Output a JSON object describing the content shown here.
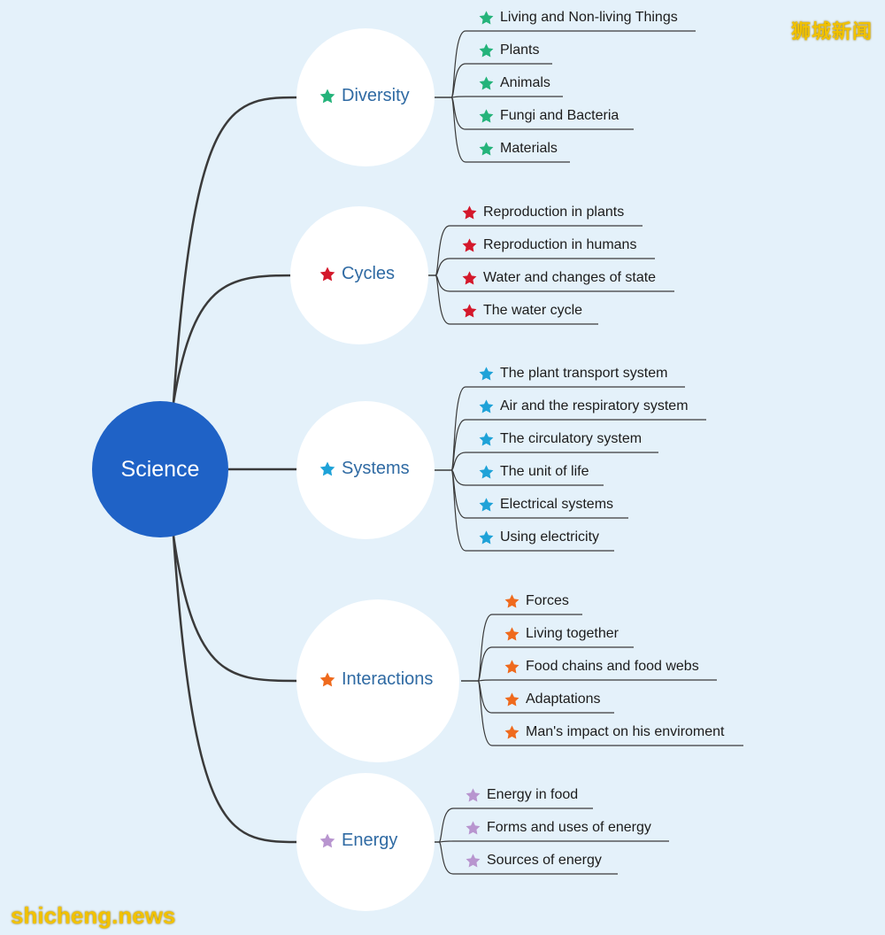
{
  "root": {
    "label": "Science"
  },
  "colors": {
    "root_fill": "#1f62c6",
    "label_text": "#2f6aa3",
    "diversity": "#24b37a",
    "cycles": "#d4182b",
    "systems": "#1ea2d8",
    "interactions": "#ef6a1d",
    "energy": "#b895cf"
  },
  "branches": [
    {
      "label": "Diversity",
      "star_icon": "green-star",
      "items": [
        "Living and Non-living Things",
        "Plants",
        "Animals",
        "Fungi and Bacteria",
        "Materials"
      ]
    },
    {
      "label": "Cycles",
      "star_icon": "red-star",
      "items": [
        "Reproduction in plants",
        "Reproduction in humans",
        "Water and changes of state",
        "The water cycle"
      ]
    },
    {
      "label": "Systems",
      "star_icon": "blue-star",
      "items": [
        "The plant transport system",
        "Air and the respiratory system",
        "The circulatory system",
        "The unit of life",
        "Electrical systems",
        "Using electricity"
      ]
    },
    {
      "label": "Interactions",
      "star_icon": "orange-star",
      "items": [
        "Forces",
        "Living together",
        "Food chains and food webs",
        "Adaptations",
        "Man's impact on his enviroment"
      ]
    },
    {
      "label": "Energy",
      "star_icon": "purple-star",
      "items": [
        "Energy in food",
        "Forms and uses of energy",
        "Sources of energy"
      ]
    }
  ],
  "watermarks": {
    "top_right": "狮城新闻",
    "bottom_left": "shicheng.news"
  }
}
